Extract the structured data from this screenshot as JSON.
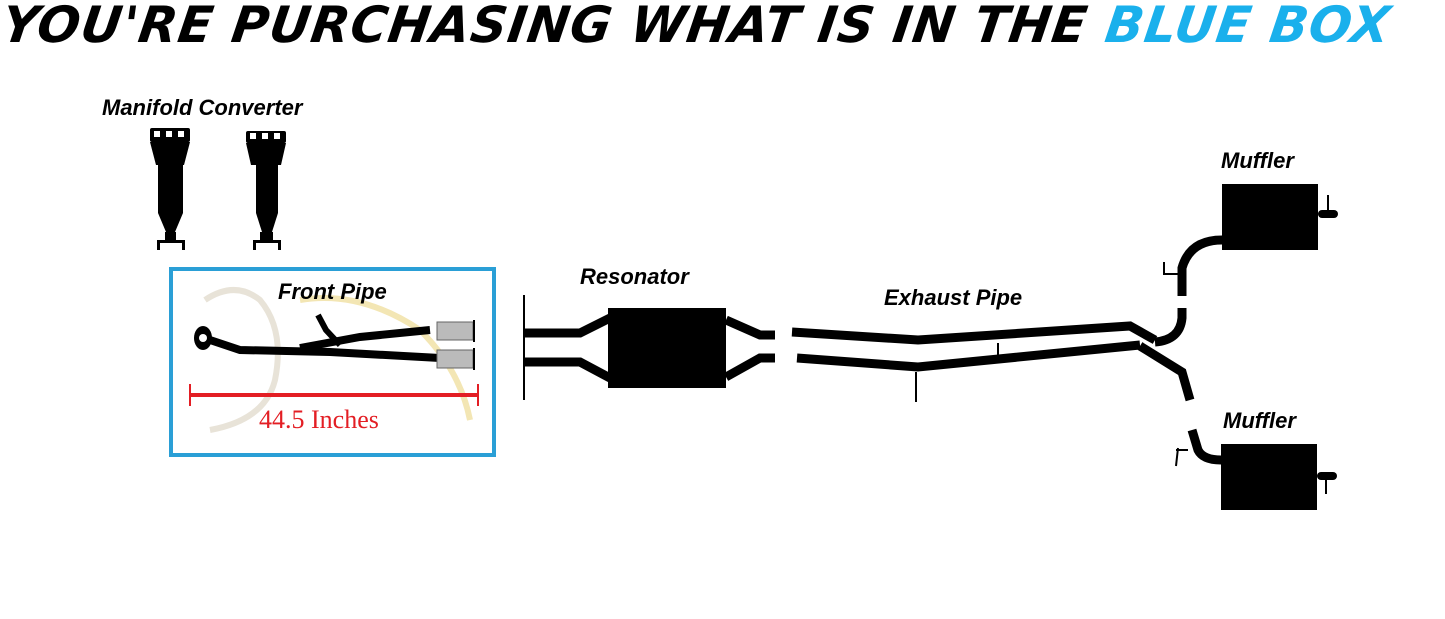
{
  "headline": {
    "prefix": "YOU'RE PURCHASING WHAT IS IN THE ",
    "highlight": "BLUE BOX",
    "highlight_color": "#1ab0ec"
  },
  "components": {
    "manifold_converter": {
      "label": "Manifold Converter"
    },
    "front_pipe": {
      "label": "Front Pipe",
      "measurement": "44.5 Inches",
      "in_blue_box": true
    },
    "resonator": {
      "label": "Resonator"
    },
    "exhaust_pipe": {
      "label": "Exhaust Pipe"
    },
    "muffler_upper": {
      "label": "Muffler"
    },
    "muffler_lower": {
      "label": "Muffler"
    }
  },
  "colors": {
    "box_border": "#2a9fd6",
    "measurement": "#e31e24",
    "parts": "#000000"
  }
}
